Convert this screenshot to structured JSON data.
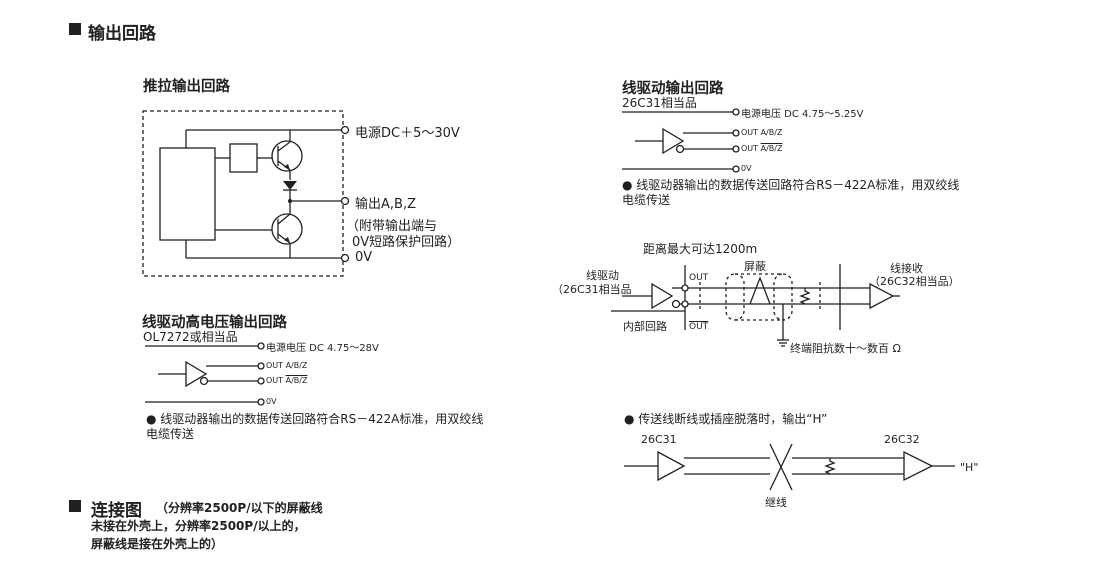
{
  "sections": {
    "output_circuit": {
      "title": "输出回路"
    },
    "connection": {
      "title": "连接图",
      "note_line1": "（分辨率2500P/以下的屏蔽线",
      "note_line2": "未接在外壳上，分辨率2500P/以上的，",
      "note_line3": "屏蔽线是接在外壳上的）"
    }
  },
  "push_pull": {
    "title": "推拉输出回路",
    "supply_label": "电源DC＋5～30V",
    "output_label": "输出A,B,Z",
    "note_line1": "（附带输出端与",
    "note_line2": "0V短路保护回路）",
    "zero_label": "0V"
  },
  "hv_driver": {
    "title": "线驱动高电压输出回路",
    "subtitle": "OL7272或相当品",
    "supply_label": "电源电压 DC 4.75～28V",
    "out_label": "OUT A/B/Z",
    "out_bar_prefix": "OUT ",
    "out_bar_text": "A/B/Z",
    "zero_label": "0V",
    "note": "● 线驱动器输出的数据传送回路符合RS－422A标准，用双绞线",
    "note_line2": "电缆传送"
  },
  "line_driver": {
    "title": "线驱动输出回路",
    "subtitle": "26C31相当品",
    "supply_label": "电源电压 DC 4.75～5.25V",
    "out_label": "OUT A/B/Z",
    "out_bar_prefix": "OUT ",
    "out_bar_text": "A/B/Z",
    "zero_label": "0V",
    "note": "● 线驱动器输出的数据传送回路符合RS－422A标准，用双绞线",
    "note_line2": "电缆传送"
  },
  "transmission": {
    "distance_label": "距离最大可达1200m",
    "driver_label": "线驱动",
    "driver_part": "（26C31相当品",
    "shield_label": "屏蔽",
    "receiver_label": "线接收",
    "receiver_part": "（26C32相当品）",
    "out_label": "OUT",
    "out_bar_label": "OUT",
    "internal_label": "内部回路",
    "terminator_label": "终端阻抗数十～数百 Ω"
  },
  "break_detect": {
    "note": "● 传送线断线或插座脱落时，输出“H”",
    "driver_part": "26C31",
    "receiver_part": "26C32",
    "break_label": "继线",
    "output_label": "\"H\""
  }
}
